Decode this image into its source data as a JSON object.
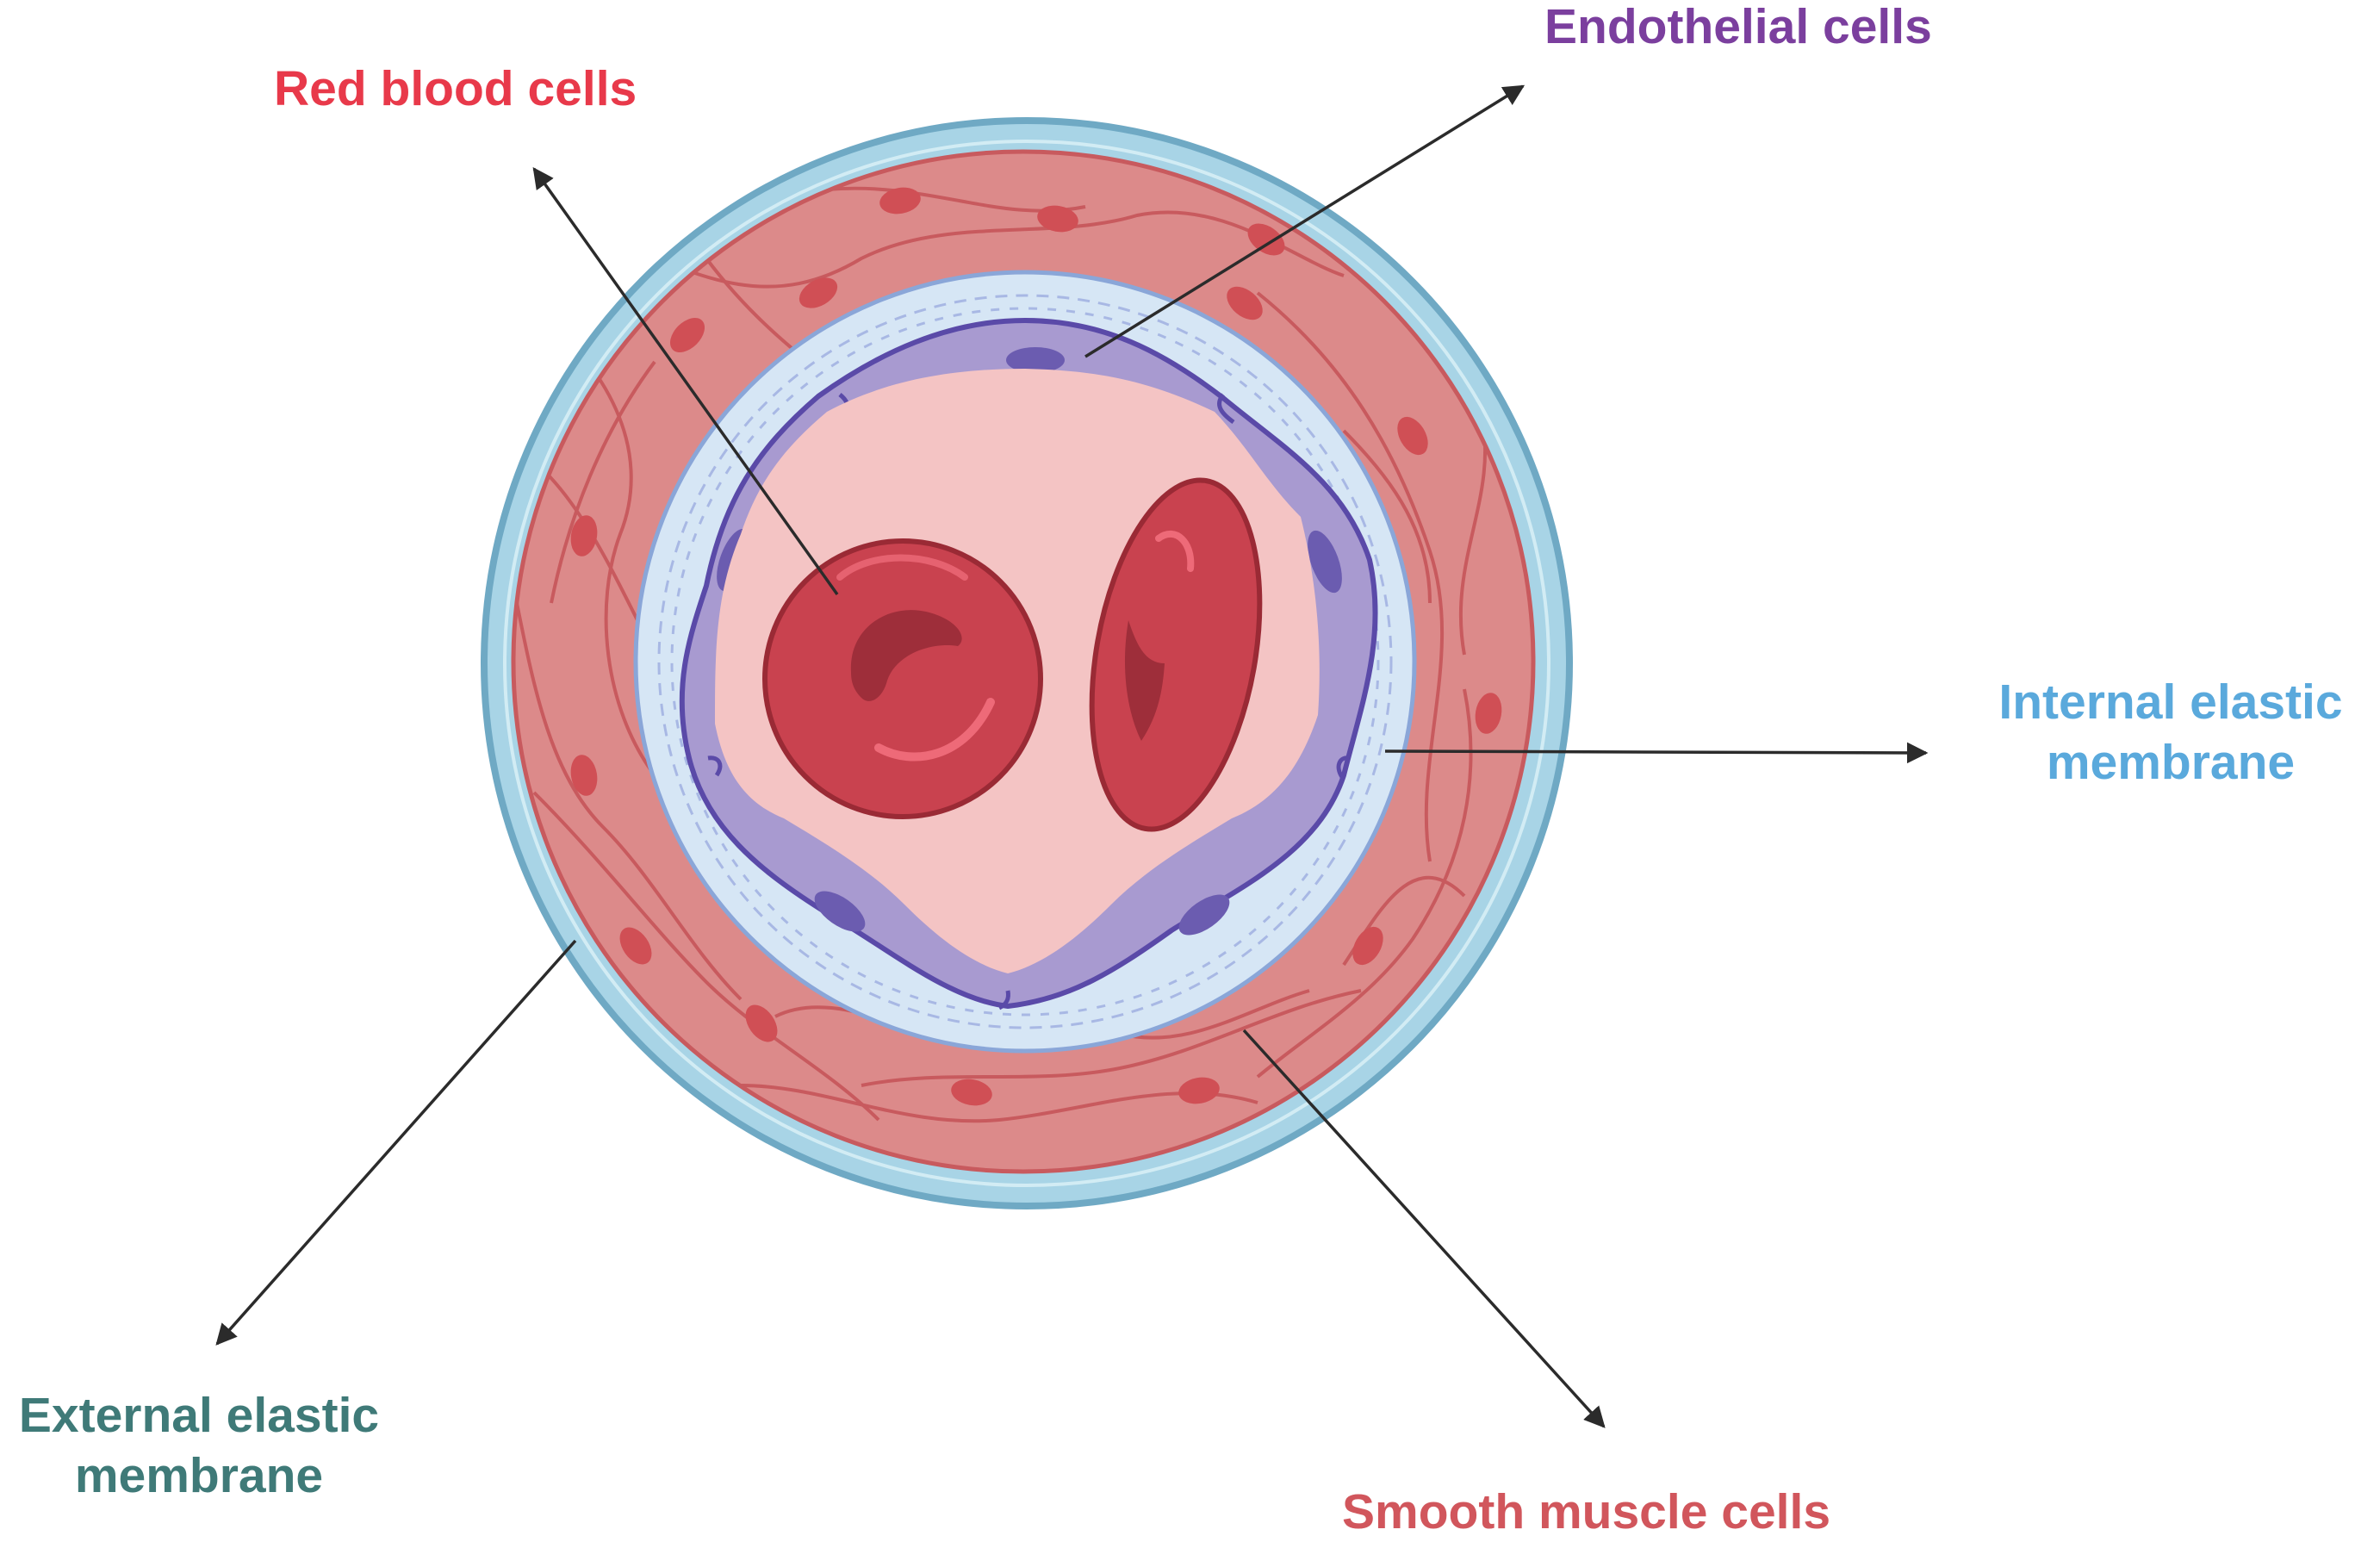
{
  "labels": {
    "red_blood_cells": "Red blood cells",
    "endothelial_cells": "Endothelial cells",
    "internal_elastic_membrane": [
      "Internal elastic",
      "membrane"
    ],
    "external_elastic_membrane": [
      "External elastic",
      "membrane"
    ],
    "smooth_muscle_cells": "Smooth muscle cells"
  },
  "colors": {
    "red_blood_cells_label": "#e8394a",
    "endothelial_cells_label": "#7b3f9e",
    "internal_elastic_membrane_label": "#5aa9dc",
    "external_elastic_membrane_label": "#3f7a78",
    "smooth_muscle_cells_label": "#d1565c",
    "outer_membrane": "#a8d4e6",
    "outer_membrane_stroke": "#6fa9c4",
    "smooth_muscle": "#dc8a8a",
    "smooth_muscle_line": "#c85a5e",
    "smooth_muscle_nucleus": "#d04f55",
    "internal_membrane": "#d6e6f5",
    "internal_membrane_stroke": "#8aa6d8",
    "endothelium": "#a89ad0",
    "endothelium_stroke": "#5a4aa8",
    "endothelium_nucleus": "#6b5cb0",
    "lumen": "#f4c4c4",
    "rbc": "#c9424f",
    "rbc_stroke": "#9a2a35",
    "rbc_center": "#9e2e3a",
    "rbc_highlight": "#ee6a78",
    "arrow": "#2b2b2b"
  },
  "icons": {
    "arrow": "arrowhead-icon"
  }
}
